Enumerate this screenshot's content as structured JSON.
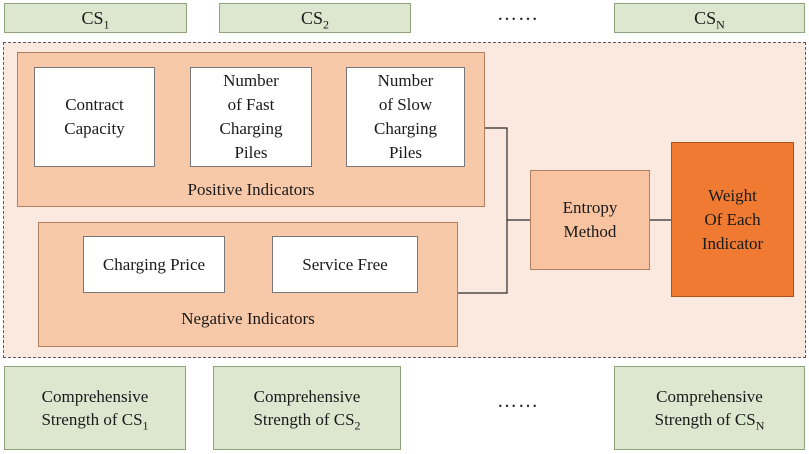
{
  "top_row": {
    "cs1": {
      "base": "CS",
      "sub": "1"
    },
    "cs2": {
      "base": "CS",
      "sub": "2"
    },
    "dots": "……",
    "csn": {
      "base": "CS",
      "sub": "N"
    }
  },
  "positive": {
    "items": [
      {
        "line1": "Contract",
        "line2": "Capacity"
      },
      {
        "line1": "Number",
        "line2": "of Fast",
        "line3": "Charging",
        "line4": "Piles"
      },
      {
        "line1": "Number",
        "line2": "of Slow",
        "line3": "Charging",
        "line4": "Piles"
      }
    ],
    "label": "Positive Indicators"
  },
  "negative": {
    "items": [
      "Charging Price",
      "Service Free"
    ],
    "label": "Negative Indicators"
  },
  "entropy": {
    "line1": "Entropy",
    "line2": "Method"
  },
  "weight": {
    "line1": "Weight",
    "line2": "Of Each",
    "line3": "Indicator"
  },
  "bottom_row": {
    "cs1": {
      "line1": "Comprehensive",
      "line2": "Strength of CS",
      "sub": "1"
    },
    "cs2": {
      "line1": "Comprehensive",
      "line2": "Strength of CS",
      "sub": "2"
    },
    "dots": "……",
    "csn": {
      "line1": "Comprehensive",
      "line2": "Strength of CS",
      "sub": "N"
    }
  },
  "colors": {
    "green_fill": "#dde6cf",
    "outer_fill": "#fbe8de",
    "group_fill": "#f8c9a9",
    "entropy_fill": "#f7c3a0",
    "weight_fill": "#f07a32"
  }
}
